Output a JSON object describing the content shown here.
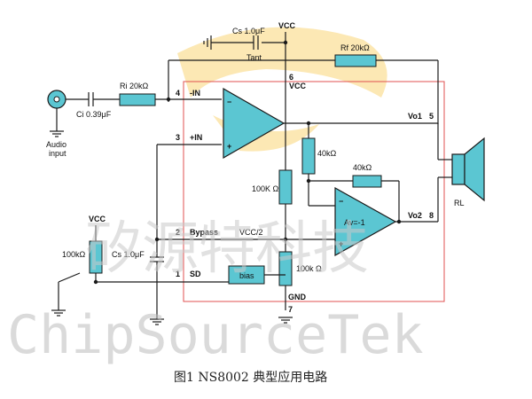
{
  "diagram": {
    "vcc_top": "VCC",
    "cs_label": "Cs  1.0μF",
    "tant_label": "Tant",
    "rf_label": "Rf  20kΩ",
    "ri_label": "Ri  20kΩ",
    "ci_label": "Ci  0.39μF",
    "audio_input_line1": "Audio",
    "audio_input_line2": "input",
    "pin4": "4",
    "pin4_name": "-IN",
    "pin3": "3",
    "pin3_name": "+IN",
    "pin6": "6",
    "vcc_pin6": "VCC",
    "pin5": "5",
    "vo1": "Vo1",
    "pin8": "8",
    "vo2": "Vo2",
    "r40k_a": "40kΩ",
    "r40k_b": "40kΩ",
    "r100k_a": "100K Ω",
    "r100k_b": "100k Ω",
    "av_label": "Av=-1",
    "pin2": "2",
    "bypass_label": "Bypass",
    "vcc_half": "VCC/2",
    "pin1": "1",
    "sd_label": "SD",
    "bias_label": "bias",
    "gnd_label": "GND",
    "pin7": "7",
    "vcc_left": "VCC",
    "r100k_left": "100kΩ",
    "cb_label": "Cs  1.0μF",
    "rl_label": "RL",
    "amp1_minus": "−",
    "amp1_plus": "+",
    "amp2_minus": "−",
    "amp2_plus": "+"
  },
  "watermark": {
    "chinese": "矽源特科技",
    "english": "ChipSourceTek"
  },
  "caption": "图1  NS8002 典型应用电路",
  "colors": {
    "component_fill": "#5bc6d2",
    "ic_border": "#e05050",
    "logo_yellow": "#f6c23a"
  }
}
